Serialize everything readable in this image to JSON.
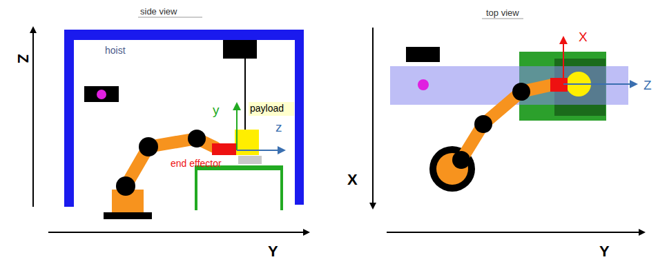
{
  "diagram": {
    "labels": [
      "side view",
      "top view",
      "Z",
      "Y",
      "hoist",
      "y",
      "z",
      "payload",
      "end effector",
      "X",
      "Y",
      "X",
      "Z"
    ]
  }
}
